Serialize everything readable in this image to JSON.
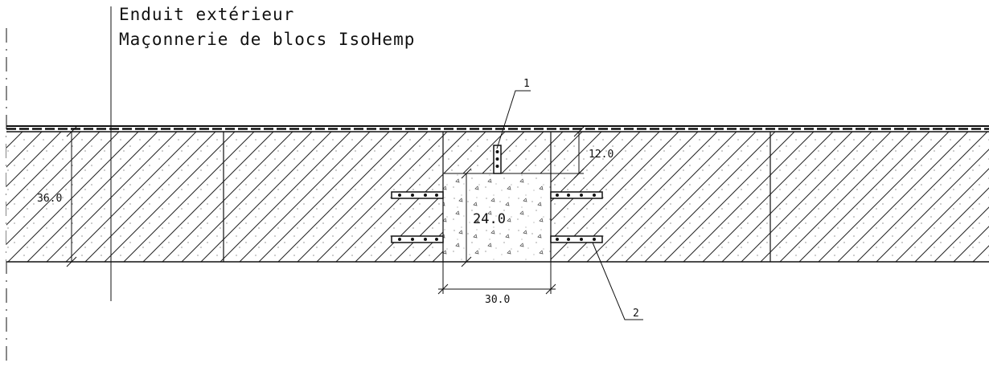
{
  "legend": {
    "line1": "Enduit extérieur",
    "line2": "Maçonnerie de blocs IsoHemp"
  },
  "dimensions": {
    "wall_thickness": "36.0",
    "column_depth": "24.0",
    "column_width": "30.0",
    "column_offset": "12.0"
  },
  "callouts": {
    "item1": "1",
    "item2": "2"
  },
  "colors": {
    "line": "#111111",
    "hatch": "#333333",
    "background": "#ffffff"
  }
}
